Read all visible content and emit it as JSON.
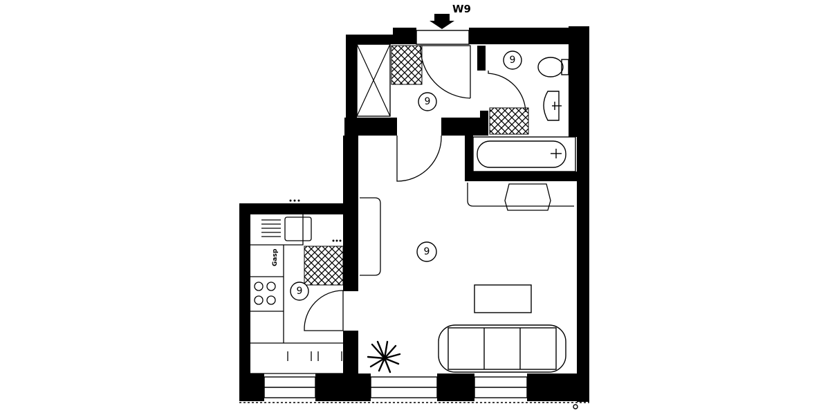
{
  "floor_plan": {
    "entry_label": "W9",
    "stove_label": "Gasp",
    "rooms": [
      {
        "name": "hallway",
        "label": "9"
      },
      {
        "name": "bathroom",
        "label": "9"
      },
      {
        "name": "living-room",
        "label": "9"
      },
      {
        "name": "kitchen",
        "label": "9"
      }
    ]
  }
}
